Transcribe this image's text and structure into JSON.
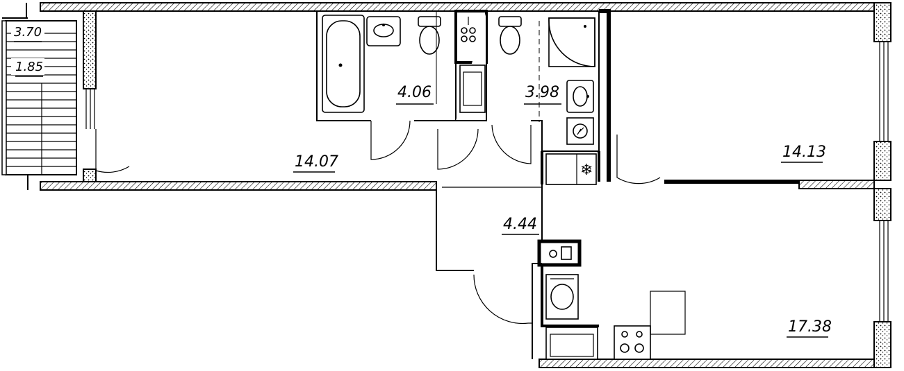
{
  "plan": {
    "rooms": [
      {
        "id": "living-left",
        "area": "14.07"
      },
      {
        "id": "bathroom-left",
        "area": "4.06"
      },
      {
        "id": "bathroom-right",
        "area": "3.98"
      },
      {
        "id": "bedroom-right",
        "area": "14.13"
      },
      {
        "id": "hall",
        "area": "4.44"
      },
      {
        "id": "kitchen",
        "area": "17.38"
      }
    ],
    "balcony": {
      "area_total": "3.70",
      "area_effective": "1.85"
    }
  }
}
